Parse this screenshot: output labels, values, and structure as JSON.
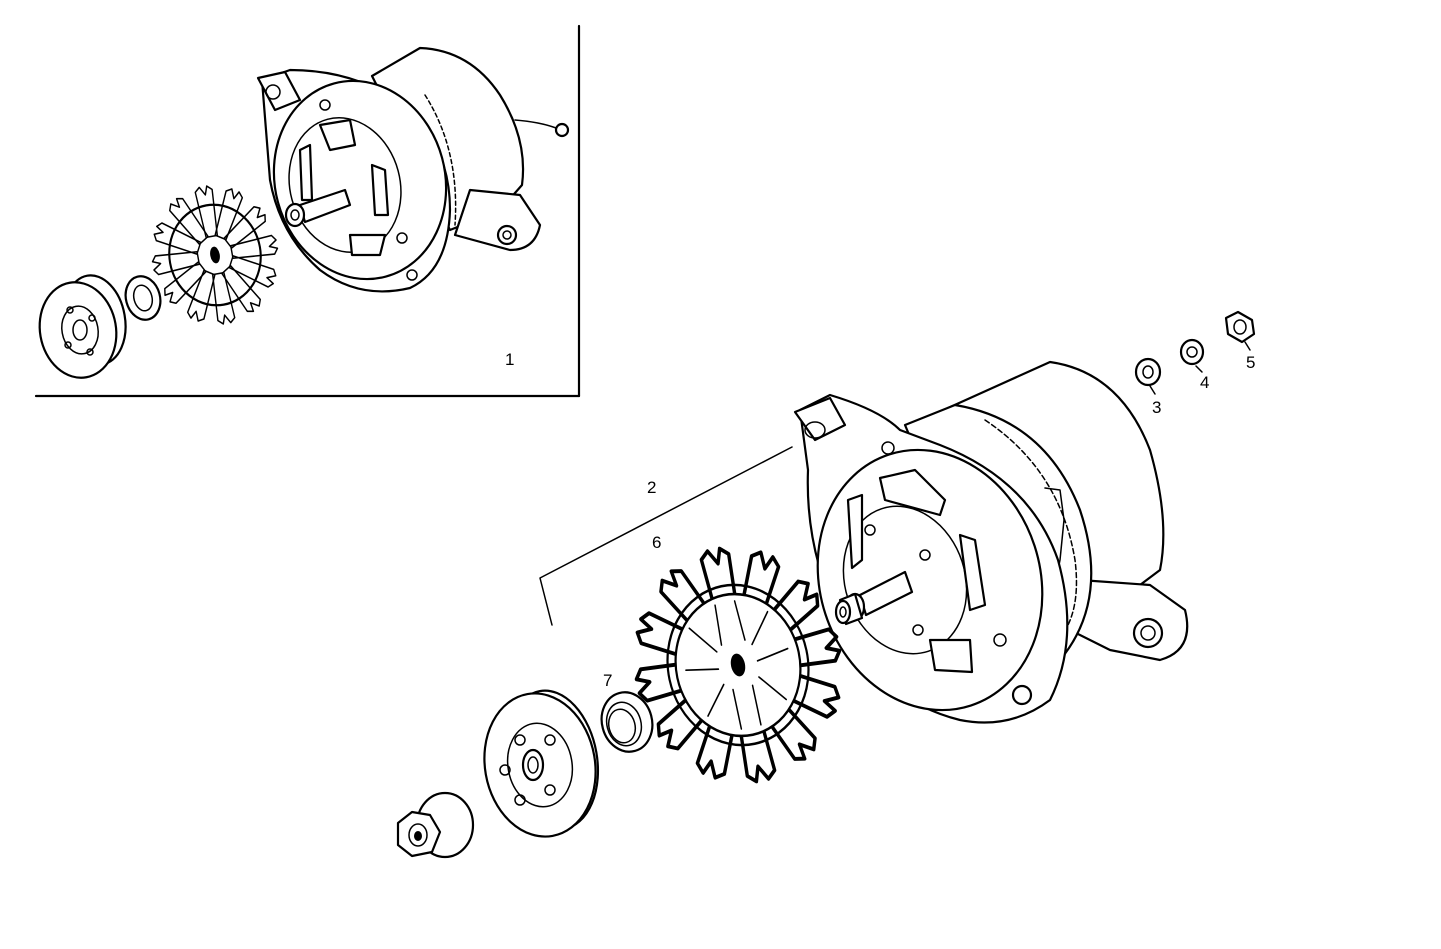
{
  "inset": {
    "callout": "1"
  },
  "callouts": {
    "c2": "2",
    "c3": "3",
    "c4": "4",
    "c5": "5",
    "c6": "6",
    "c7": "7"
  },
  "parts": [
    "alternator-assembly",
    "alternator-body",
    "washer",
    "spring-washer",
    "hex-nut",
    "cooling-fan",
    "spacer-ring",
    "pulley",
    "pulley-nut"
  ]
}
